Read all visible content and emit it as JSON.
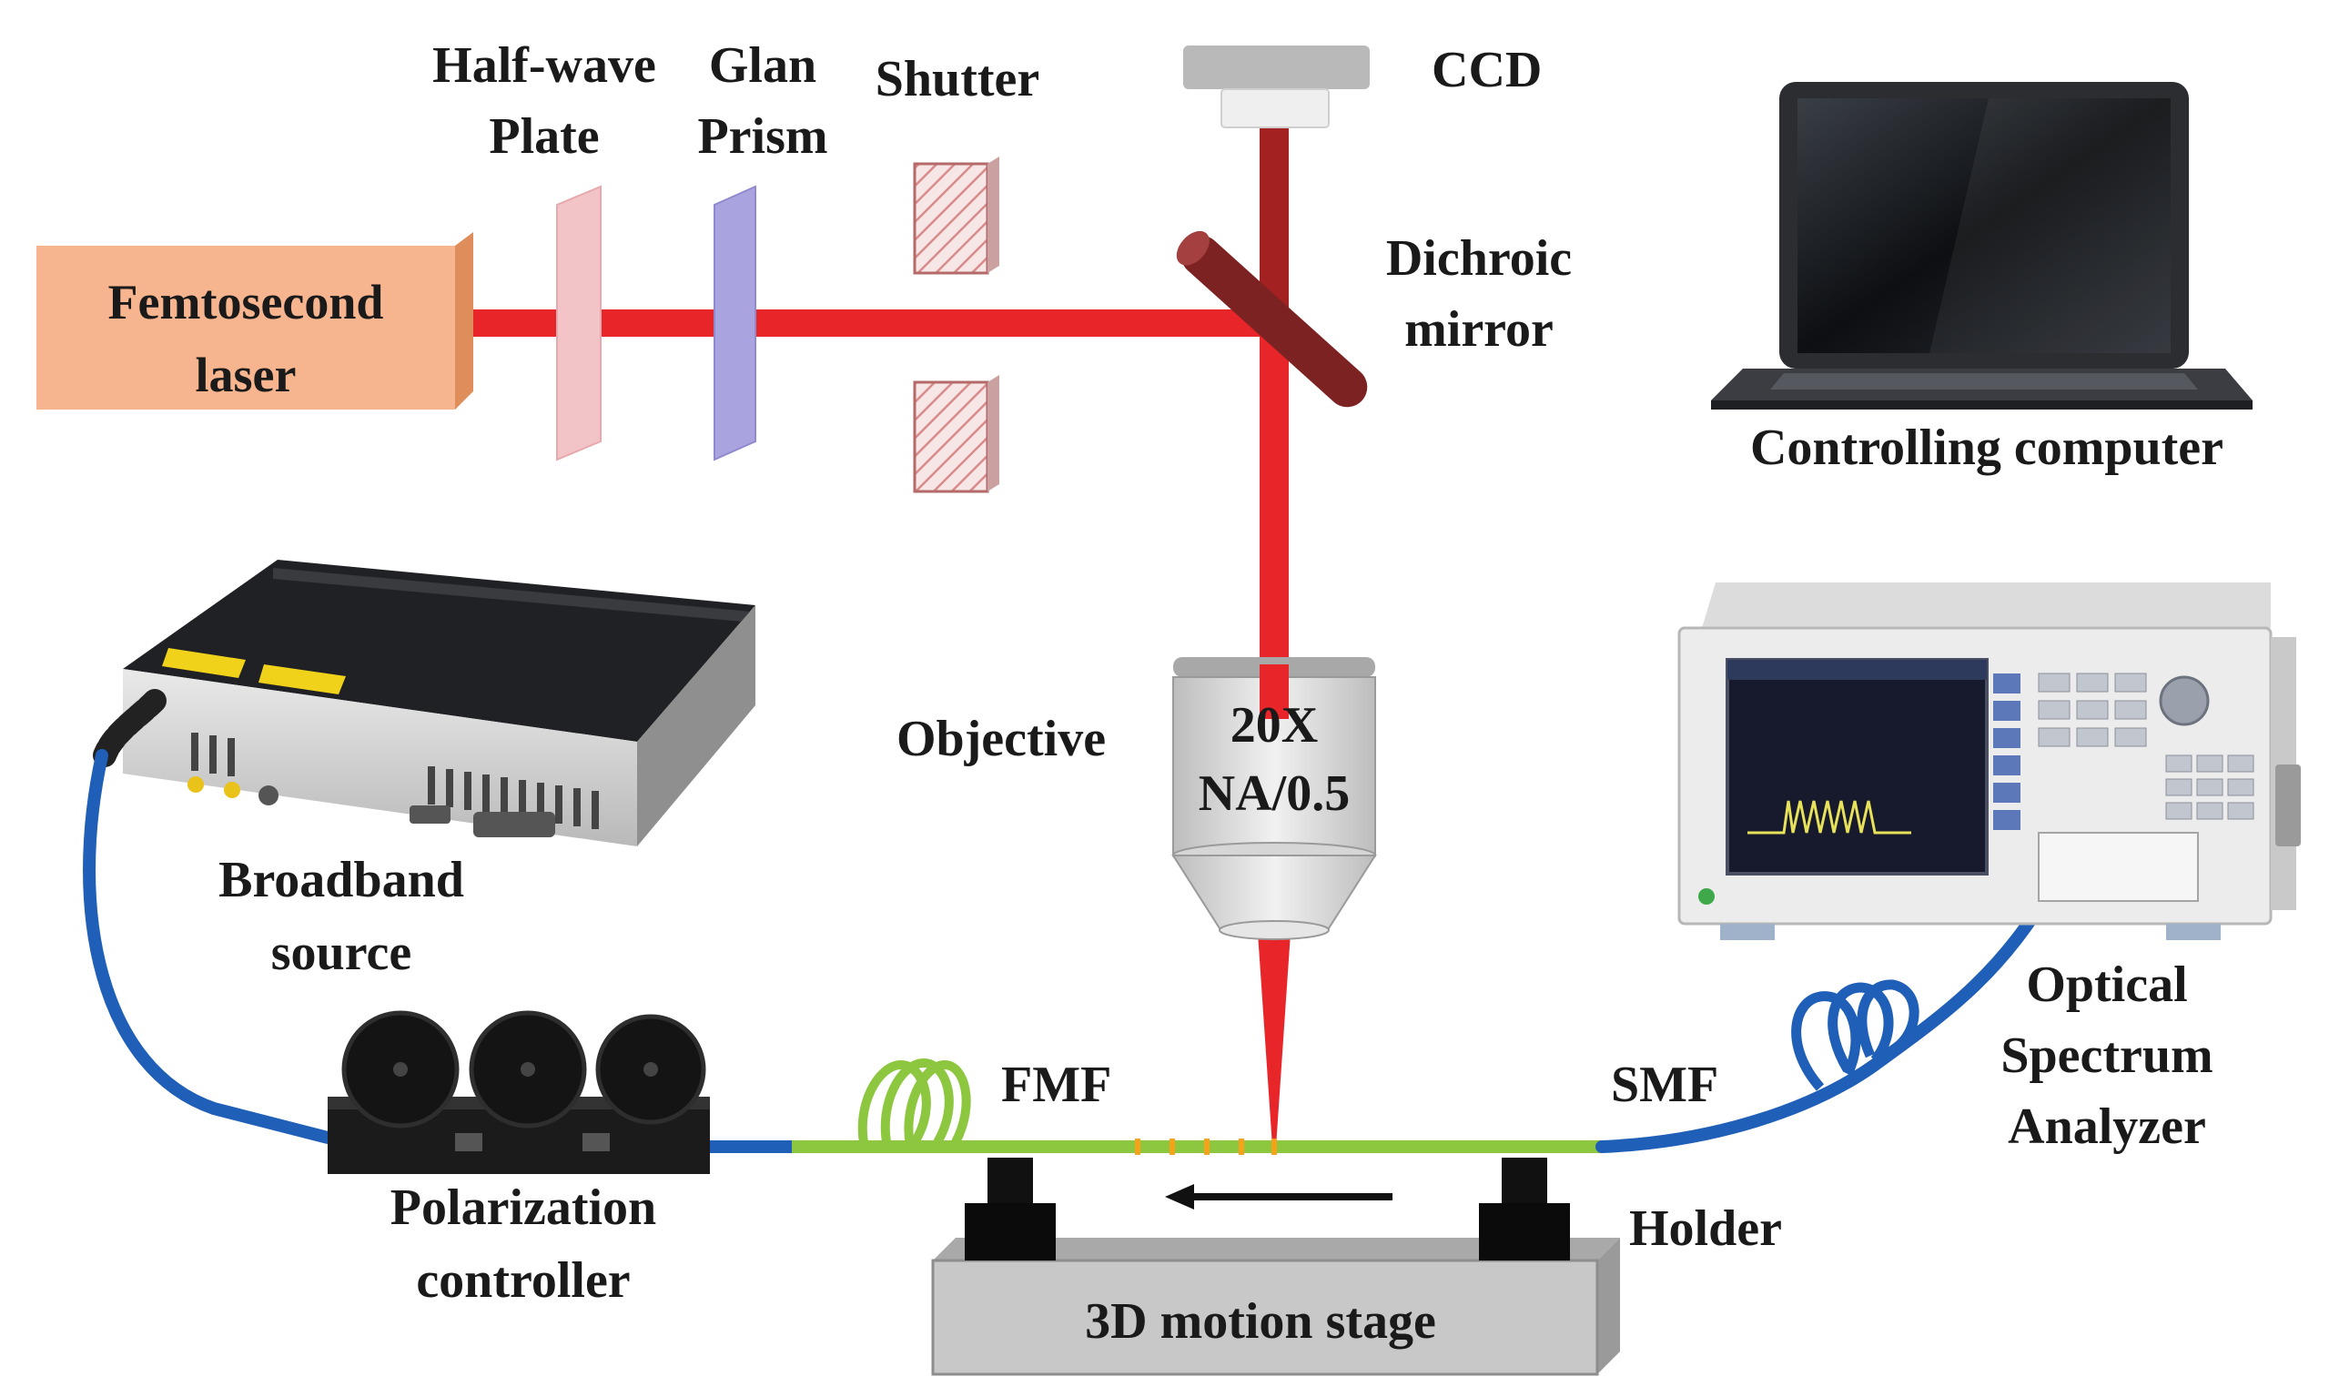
{
  "labels": {
    "half_wave_plate": [
      "Half-wave",
      "Plate"
    ],
    "glan_prism": [
      "Glan",
      "Prism"
    ],
    "shutter": "Shutter",
    "ccd": "CCD",
    "dichroic_mirror": [
      "Dichroic",
      "mirror"
    ],
    "femtosecond_laser": [
      "Femtosecond",
      "laser"
    ],
    "controlling_computer": "Controlling computer",
    "objective": "Objective",
    "objective_spec": [
      "20X",
      "NA/0.5"
    ],
    "broadband_source": [
      "Broadband",
      "source"
    ],
    "polarization_controller": [
      "Polarization",
      "controller"
    ],
    "fmf": "FMF",
    "smf": "SMF",
    "optical_spectrum_analyzer": [
      "Optical",
      "Spectrum",
      "Analyzer"
    ],
    "holder": "Holder",
    "motion_stage": "3D motion  stage"
  },
  "colors": {
    "laser_beam": "#e8262a",
    "ccd_beam": "#a32121",
    "fmf_fiber": "#8dc63f",
    "smf_fiber": "#1f5fb8",
    "grating_marks": "#f7a21b",
    "laser_box": "#f6b58e",
    "waveplate": "#f2c4c8",
    "glan_prism": "#a9a4e0",
    "stage": "#c8c8c8"
  },
  "icons": [
    "laptop-icon",
    "broadband-source-device",
    "optical-spectrum-analyzer-device",
    "polarization-controller-paddles"
  ]
}
